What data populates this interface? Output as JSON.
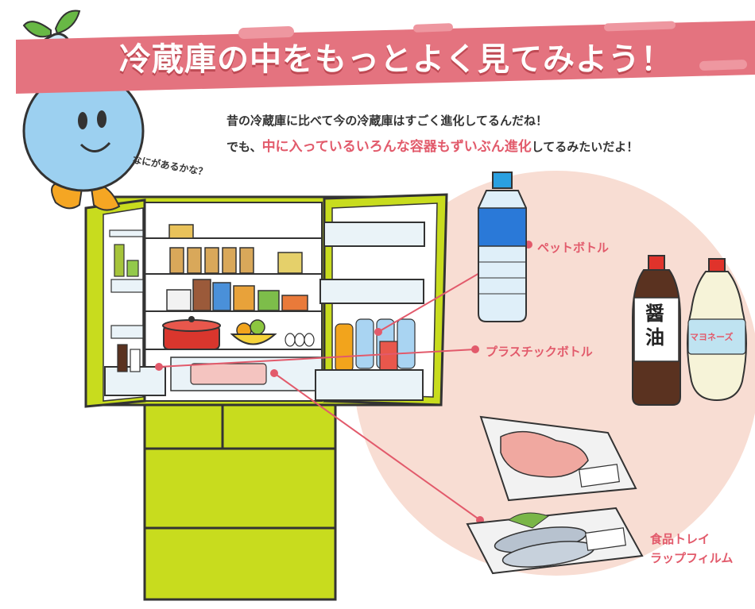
{
  "banner": {
    "title": "冷蔵庫の中をもっとよく見てみよう！",
    "color": "#e4737f"
  },
  "intro": {
    "line1": "昔の冷蔵庫に比べて今の冷蔵庫はすごく進化してるんだね！",
    "line2_prefix": "でも、",
    "line2_highlight": "中に入っているいろんな容器もずいぶん進化",
    "line2_suffix": "してるみたいだよ！"
  },
  "mascot": {
    "speech": "なにがあるかな？"
  },
  "labels": {
    "pet_bottle": "ペットボトル",
    "plastic_bottle": "プラスチックボトル",
    "food_tray": "食品トレイ",
    "wrap_film": "ラップフィルム"
  },
  "products": {
    "soy_sauce_label": "醤油",
    "mayonnaise_label": "マヨネーズ"
  },
  "colors": {
    "accent": "#e25a6b",
    "fridge_green": "#c8dc1e",
    "circle_bg": "#f8ddd3"
  }
}
